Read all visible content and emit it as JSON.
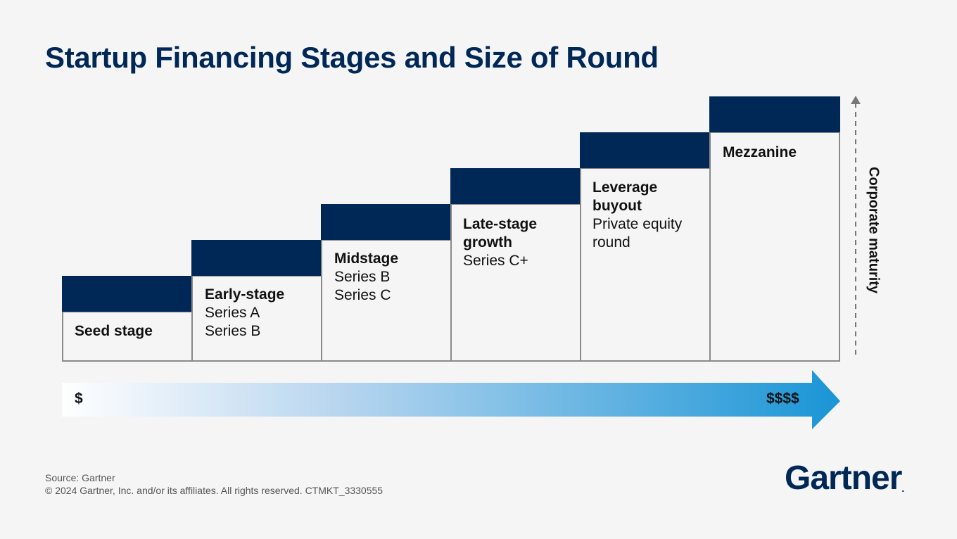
{
  "title": "Startup Financing Stages and Size of Round",
  "stages": [
    {
      "name": "Seed stage",
      "sub": ""
    },
    {
      "name": "Early-stage",
      "sub": "Series A\nSeries B"
    },
    {
      "name": "Midstage",
      "sub": "Series B\nSeries C"
    },
    {
      "name": "Late-stage growth",
      "sub": "Series C+"
    },
    {
      "name": "Leverage buyout",
      "sub": "Private equity round"
    },
    {
      "name": "Mezzanine",
      "sub": ""
    }
  ],
  "maturity_axis": {
    "label": "Corporate maturity"
  },
  "size_axis": {
    "low_label": "$",
    "high_label": "$$$$"
  },
  "footer": {
    "source": "Source: Gartner",
    "copyright": "© 2024 Gartner, Inc. and/or its affiliates. All rights reserved. CTMKT_3330555"
  },
  "logo": {
    "text": "Gartner",
    "dot": "."
  },
  "colors": {
    "navy": "#002856",
    "gradient_end": "#1a95d6",
    "border": "#8a8a8a"
  }
}
